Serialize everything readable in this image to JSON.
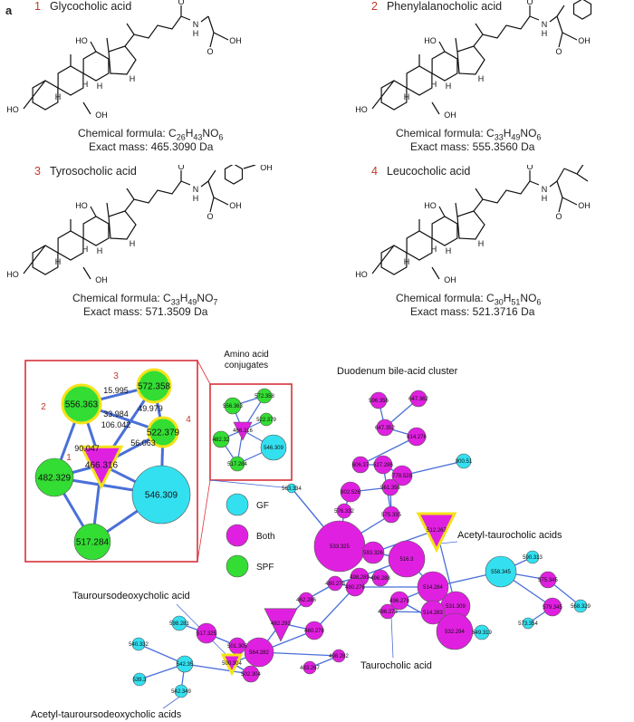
{
  "panel": {
    "label": "a"
  },
  "compounds": [
    {
      "number": "1",
      "name": "Glycocholic acid",
      "formula_prefix": "Chemical formula: ",
      "formula": "C26H43NO6",
      "mass": "Exact mass: 465.3090 Da",
      "side_chain": "glycine"
    },
    {
      "number": "2",
      "name": "Phenylalanocholic acid",
      "formula_prefix": "Chemical formula: ",
      "formula": "C33H49NO6",
      "mass": "Exact mass: 555.3560 Da",
      "side_chain": "phenylalanine"
    },
    {
      "number": "3",
      "name": "Tyrosocholic acid",
      "formula_prefix": "Chemical formula: ",
      "formula": "C33H49NO7",
      "mass": "Exact mass: 571.3509 Da",
      "side_chain": "tyrosine"
    },
    {
      "number": "4",
      "name": "Leucocholic acid",
      "formula_prefix": "Chemical formula: ",
      "formula": "C30H51NO6",
      "mass": "Exact mass: 521.3716 Da",
      "side_chain": "leucine"
    }
  ],
  "structure_labels": {
    "ho": "HO",
    "oh": "OH",
    "h": "H",
    "n": "N",
    "o": "O",
    "hn": "N"
  },
  "network": {
    "inset": {
      "nodes": [
        {
          "id": "466.316",
          "group": "Both",
          "highlight": true,
          "shape": "triangle",
          "number": "1"
        },
        {
          "id": "556.363",
          "group": "SPF",
          "highlight": true,
          "number": "2"
        },
        {
          "id": "572.358",
          "group": "SPF",
          "highlight": true,
          "number": "3"
        },
        {
          "id": "522.379",
          "group": "SPF",
          "highlight": true,
          "number": "4"
        },
        {
          "id": "482.329",
          "group": "SPF"
        },
        {
          "id": "546.309",
          "group": "GF"
        },
        {
          "id": "517.284",
          "group": "SPF"
        }
      ],
      "edge_labels": [
        "15.995",
        "33.984",
        "106.042",
        "49.979",
        "90.047",
        "56.063"
      ]
    },
    "small_box": {
      "title_line1": "Amino acid",
      "title_line2": "conjugates",
      "nodes": [
        "556.363",
        "572.358",
        "522.379",
        "466.316",
        "482.32",
        "546.309",
        "517.284"
      ]
    },
    "legend": [
      {
        "label": "GF",
        "color": "#33e0f0"
      },
      {
        "label": "Both",
        "color": "#e020e0"
      },
      {
        "label": "SPF",
        "color": "#33dd33"
      }
    ],
    "cluster_labels": {
      "duodenum": "Duodenum bile-acid cluster",
      "acetyl_tauro": "Acetyl-taurocholic acids",
      "tudca": "Tauroursodeoxycholic acid",
      "taurocholic": "Taurocholic acid",
      "acetyl_tudca": "Acetyl-tauroursodeoxycholic acids"
    },
    "main_nodes": [
      {
        "id": "596.356",
        "group": "Both"
      },
      {
        "id": "647.362",
        "group": "Both"
      },
      {
        "id": "647.352",
        "group": "Both"
      },
      {
        "id": "614.276",
        "group": "Both"
      },
      {
        "id": "800.51",
        "group": "GF"
      },
      {
        "id": "606.37",
        "group": "Both"
      },
      {
        "id": "527.286",
        "group": "Both"
      },
      {
        "id": "778.528",
        "group": "Both"
      },
      {
        "id": "561.356",
        "group": "Both"
      },
      {
        "id": "802.526",
        "group": "Both"
      },
      {
        "id": "576.332",
        "group": "Both"
      },
      {
        "id": "575.335",
        "group": "Both"
      },
      {
        "id": "563.334",
        "group": "GF"
      },
      {
        "id": "533.325",
        "group": "Both"
      },
      {
        "id": "593.326",
        "group": "Both"
      },
      {
        "id": "512.267",
        "group": "Both"
      },
      {
        "id": "516.3",
        "group": "Both"
      },
      {
        "id": "498.289",
        "group": "Both"
      },
      {
        "id": "480.278",
        "group": "Both"
      },
      {
        "id": "496.288",
        "group": "Both"
      },
      {
        "id": "480.276",
        "group": "Both"
      },
      {
        "id": "514.284",
        "group": "Both"
      },
      {
        "id": "496.278",
        "group": "Both"
      },
      {
        "id": "531.309",
        "group": "Both"
      },
      {
        "id": "496.273",
        "group": "Both"
      },
      {
        "id": "514.283",
        "group": "Both"
      },
      {
        "id": "532.294",
        "group": "Both"
      },
      {
        "id": "549.319",
        "group": "GF"
      },
      {
        "id": "558.345",
        "group": "GF"
      },
      {
        "id": "590.313",
        "group": "GF"
      },
      {
        "id": "575.345",
        "group": "Both"
      },
      {
        "id": "579.345",
        "group": "Both"
      },
      {
        "id": "568.329",
        "group": "GF"
      },
      {
        "id": "573.354",
        "group": "GF"
      },
      {
        "id": "462.286",
        "group": "Both"
      },
      {
        "id": "482.293",
        "group": "Both"
      },
      {
        "id": "480.278",
        "group": "Both"
      },
      {
        "id": "598.281",
        "group": "GF"
      },
      {
        "id": "517.325",
        "group": "Both"
      },
      {
        "id": "564.282",
        "group": "Both"
      },
      {
        "id": "501.305",
        "group": "Both"
      },
      {
        "id": "498.282",
        "group": "Both"
      },
      {
        "id": "483.267",
        "group": "Both"
      },
      {
        "id": "500.304",
        "group": "Both"
      },
      {
        "id": "502.304",
        "group": "Both"
      },
      {
        "id": "540.332",
        "group": "GF"
      },
      {
        "id": "542.35",
        "group": "GF"
      },
      {
        "id": "539.3",
        "group": "GF"
      },
      {
        "id": "542.349",
        "group": "GF"
      }
    ]
  }
}
